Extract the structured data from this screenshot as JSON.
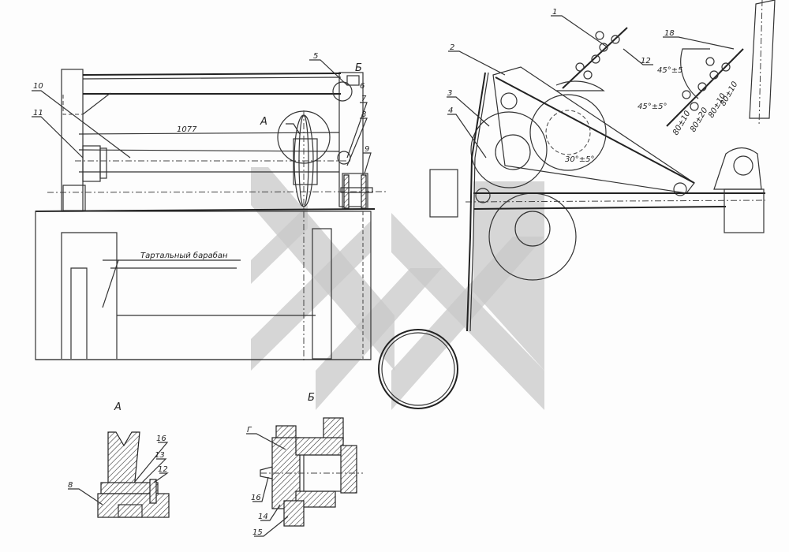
{
  "drawing": {
    "main_view_labels": {
      "dimension": "1077",
      "drum_label": "Тартальный барабан",
      "view_a_callout": "А",
      "view_b_callout": "Б",
      "pos_5": "5",
      "pos_6": "6",
      "pos_7": "7",
      "pos_8": "8",
      "pos_9": "9",
      "pos_10": "10",
      "pos_11": "11"
    },
    "side_view_labels": {
      "pos_1": "1",
      "pos_2": "2",
      "pos_3": "3",
      "pos_4": "4",
      "pos_12": "12",
      "pos_18": "18",
      "angle_1": "45°±5",
      "angle_2": "45°±5°",
      "angle_3": "30°±5°",
      "spacing": [
        "80±10",
        "80±20",
        "80±10",
        "80±10"
      ]
    },
    "detail_a": {
      "title": "А",
      "pos_16": "16",
      "pos_13": "13",
      "pos_12": "12",
      "pos_8": "8"
    },
    "detail_b": {
      "title": "Б",
      "pos_g": "Г",
      "pos_16": "16",
      "pos_14": "14",
      "pos_15": "15"
    }
  }
}
